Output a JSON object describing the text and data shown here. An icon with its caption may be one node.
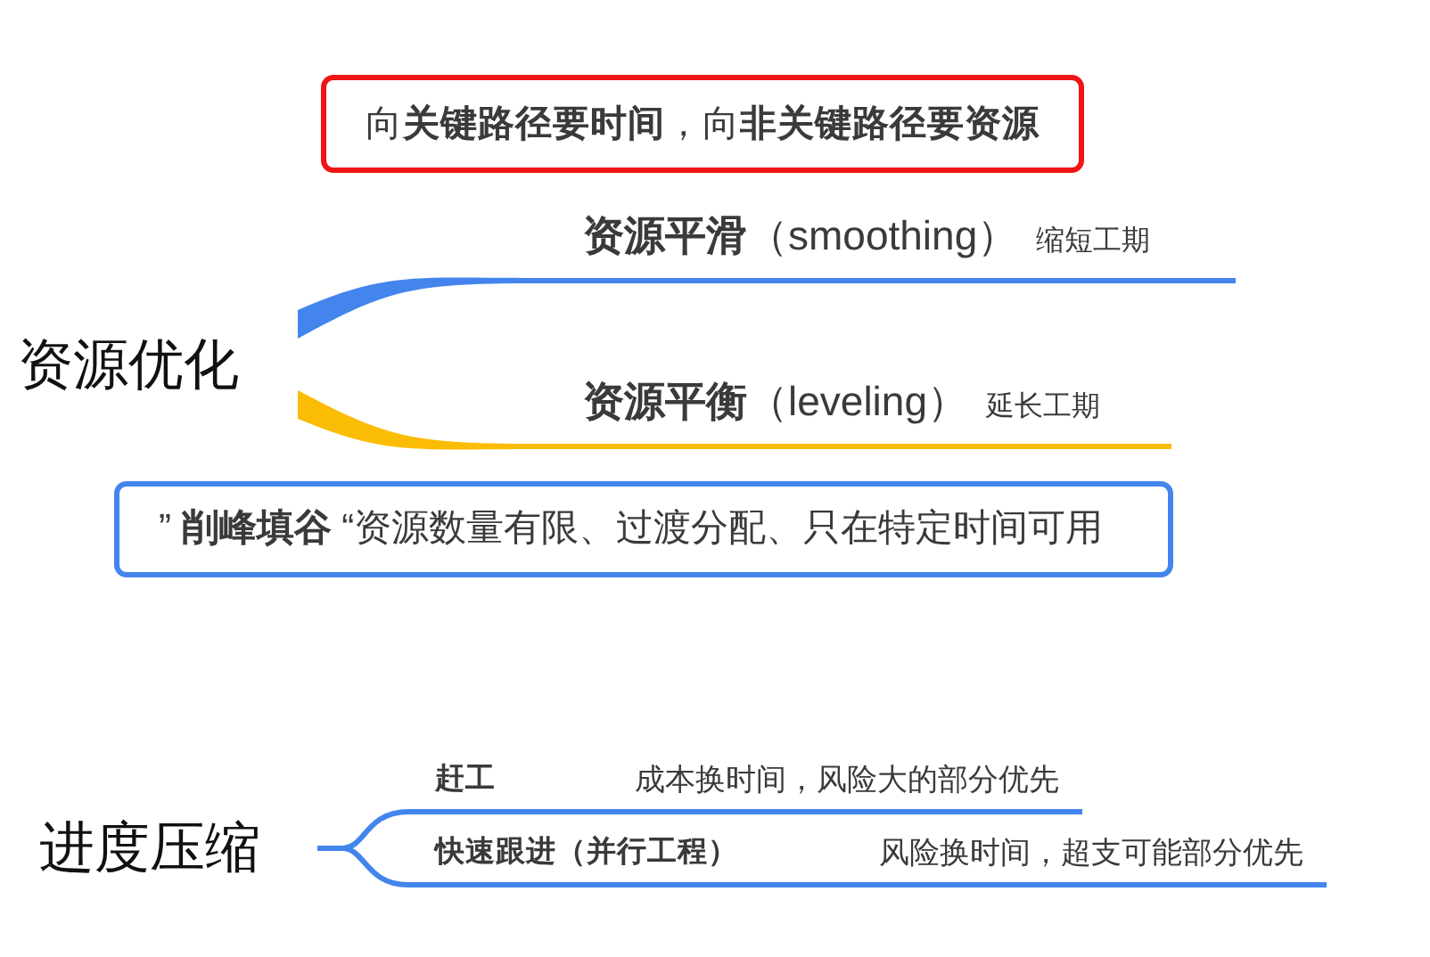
{
  "diagram": {
    "nodes": [
      {
        "text": [
          "向**关键路径要时间**，向**非关键路径要资源**"
        ]
      },
      {
        "text": [
          "资源优化"
        ]
      },
      {
        "text": [
          "**资源平滑**（smoothing）",
          "缩短工期"
        ]
      },
      {
        "text": [
          "**资源平衡**（leveling）",
          "延长工期"
        ]
      },
      {
        "text": [
          "” **削峰填谷** “资源数量有限、过渡分配、只在特定时间可用"
        ]
      },
      {
        "text": [
          "进度压缩"
        ]
      },
      {
        "text": [
          "赶工",
          "成本换时间，风险大的部分优先"
        ]
      },
      {
        "text": [
          "快速跟进（并行工程）",
          "风险换时间，超支可能部分优先"
        ]
      }
    ],
    "edges": [
      {
        "from": 1,
        "to": 2,
        "arrow": "none",
        "style": "thick"
      },
      {
        "from": 1,
        "to": 3,
        "arrow": "none",
        "style": "thick",
        "color": "#fbbc04"
      },
      {
        "from": 5,
        "to": 6,
        "arrow": "none"
      },
      {
        "from": 5,
        "to": 7,
        "arrow": "none"
      }
    ]
  }
}
